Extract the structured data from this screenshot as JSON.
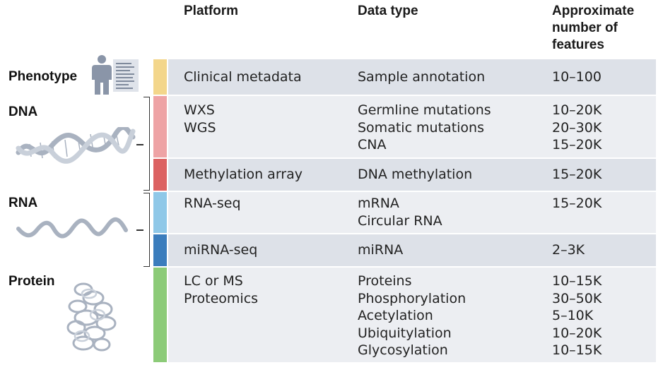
{
  "headers": {
    "platform": "Platform",
    "data_type": "Data type",
    "features": "Approximate\nnumber of\nfeatures"
  },
  "categories": {
    "phenotype": "Phenotype",
    "dna": "DNA",
    "rna": "RNA",
    "protein": "Protein"
  },
  "rows": [
    {
      "platform": "Clinical metadata",
      "data_type": "Sample annotation",
      "features": "10–100",
      "color": "#f3d68b"
    },
    {
      "platform": "WXS\nWGS",
      "data_type": "Germline mutations\nSomatic mutations\nCNA",
      "features": "10–20K\n20–30K\n15–20K",
      "color": "#eea3a5"
    },
    {
      "platform": "Methylation array",
      "data_type": "DNA methylation",
      "features": "15–20K",
      "color": "#dc6262"
    },
    {
      "platform": "RNA-seq",
      "data_type": "mRNA\nCircular RNA",
      "features": "15–20K",
      "color": "#8fc8e8"
    },
    {
      "platform": "miRNA-seq",
      "data_type": "miRNA",
      "features": "2–3K",
      "color": "#3b7dbd"
    },
    {
      "platform": "LC or MS\nProteomics",
      "data_type": "Proteins\nPhosphorylation\nAcetylation\nUbiquitylation\nGlycosylation",
      "features": "10–15K\n30–50K\n5–10K\n10–20K\n10–15K",
      "color": "#8ccb78"
    }
  ],
  "icons": [
    "person-icon",
    "document-icon",
    "dna-helix-icon",
    "rna-strand-icon",
    "protein-coil-icon"
  ]
}
